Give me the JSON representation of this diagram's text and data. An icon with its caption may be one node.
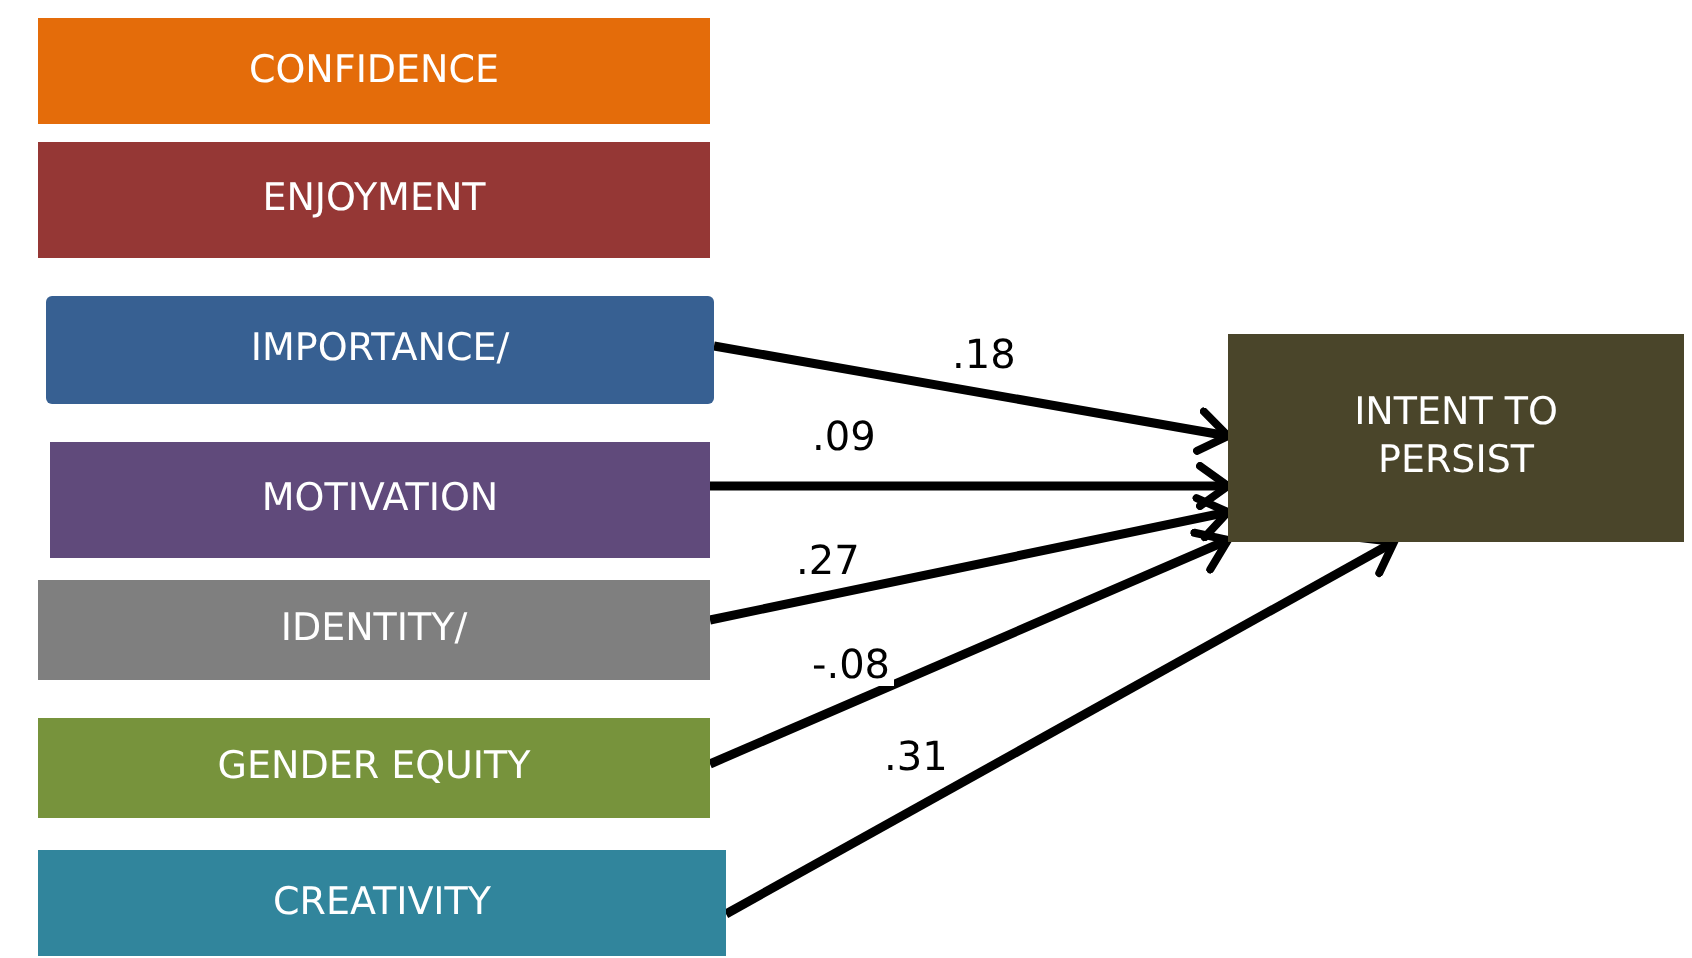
{
  "diagram": {
    "nodes": [
      {
        "text": [
          "CONFIDENCE"
        ]
      },
      {
        "text": [
          "ENJOYMENT"
        ]
      },
      {
        "text": [
          "IMPORTANCE/"
        ]
      },
      {
        "text": [
          "MOTIVATION"
        ]
      },
      {
        "text": [
          "IDENTITY/"
        ]
      },
      {
        "text": [
          "GENDER EQUITY"
        ]
      },
      {
        "text": [
          "CREATIVITY"
        ]
      },
      {
        "text": [
          "INTENT TO PERSIST"
        ]
      }
    ],
    "edges": [
      {
        "from": 2,
        "to": 7,
        "arrow": "to",
        "label": ".18"
      },
      {
        "from": 3,
        "to": 7,
        "arrow": "to",
        "label": ".09"
      },
      {
        "from": 4,
        "to": 7,
        "arrow": "to",
        "label": ".27"
      },
      {
        "from": 5,
        "to": 7,
        "arrow": "to",
        "label": "-.08"
      },
      {
        "from": 6,
        "to": 7,
        "arrow": "to",
        "label": ".31"
      }
    ]
  }
}
